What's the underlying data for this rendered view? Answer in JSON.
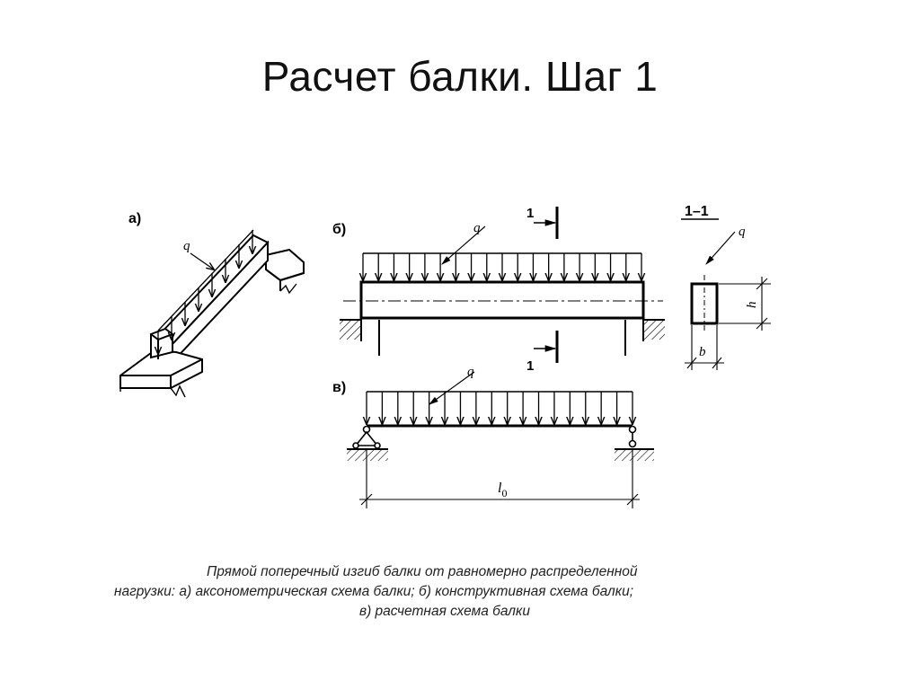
{
  "slide": {
    "title": "Расчет балки. Шаг 1"
  },
  "figure": {
    "panel_a_label": "а)",
    "panel_b_label": "б)",
    "panel_c_label": "в)",
    "section_label": "1–1",
    "cut_label": "1",
    "load_symbol": "q",
    "height_symbol": "h",
    "width_symbol": "b",
    "span_symbol": "l",
    "span_subscript": "0"
  },
  "caption": {
    "line1": "Прямой поперечный изгиб балки от равномерно распределенной",
    "line2": "нагрузки: а) аксонометрическая схема балки; б) конструктивная схема балки;",
    "line3": "в) расчетная схема балки"
  }
}
